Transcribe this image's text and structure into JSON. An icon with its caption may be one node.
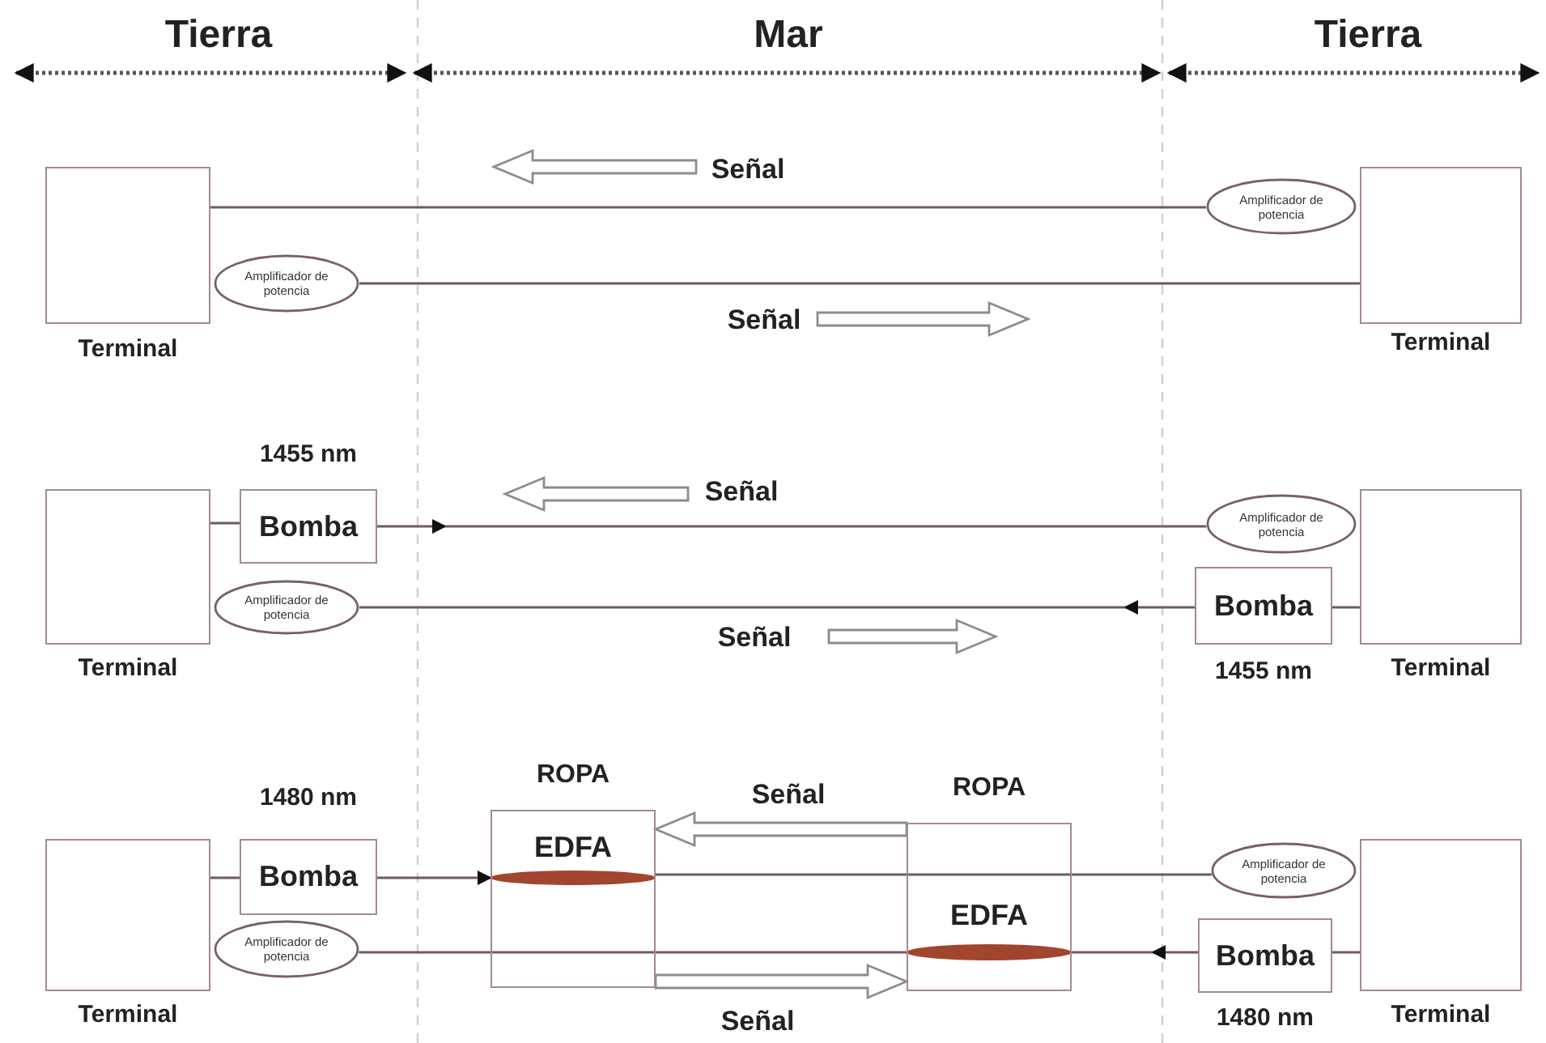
{
  "diagram": {
    "nodes": [
      {
        "text": [
          "Terminal"
        ]
      },
      {
        "text": [
          "Terminal"
        ]
      },
      {
        "text": [
          "Amplificador de potencia"
        ]
      },
      {
        "text": [
          "Amplificador de potencia"
        ]
      },
      {
        "text": [
          "Terminal"
        ]
      },
      {
        "text": [
          "Bomba"
        ],
        "beside": [
          "1455 nm"
        ]
      },
      {
        "text": [
          "Amplificador de potencia"
        ]
      },
      {
        "text": [
          "Terminal"
        ]
      },
      {
        "text": [
          "Amplificador de potencia"
        ]
      },
      {
        "text": [
          "Bomba"
        ],
        "beside": [
          "1455 nm"
        ]
      },
      {
        "text": [
          "Terminal"
        ]
      },
      {
        "text": [
          "Bomba"
        ],
        "beside": [
          "1480 nm"
        ]
      },
      {
        "text": [
          "ROPA",
          "EDFA"
        ]
      },
      {
        "text": [
          "ROPA",
          "EDFA"
        ]
      },
      {
        "text": [
          "Amplificador de potencia"
        ]
      },
      {
        "text": [
          "Terminal"
        ]
      },
      {
        "text": [
          "Amplificador de potencia"
        ]
      },
      {
        "text": [
          "Bomba"
        ],
        "beside": [
          "1480 nm"
        ]
      }
    ],
    "edges": [
      {
        "from": 2,
        "to": 0,
        "arrow": "none"
      },
      {
        "from": 3,
        "to": 1,
        "arrow": "none"
      },
      {
        "from": 4,
        "to": 5,
        "arrow": "none"
      },
      {
        "from": 5,
        "to": null,
        "arrow": "to"
      },
      {
        "from": null,
        "to": 6,
        "arrow": "none"
      },
      {
        "from": 9,
        "to": null,
        "arrow": "to"
      },
      {
        "from": null,
        "to": 8,
        "arrow": "none"
      },
      {
        "from": 9,
        "to": 7,
        "arrow": "none"
      },
      {
        "from": 10,
        "to": 11,
        "arrow": "none"
      },
      {
        "from": 11,
        "to": 12,
        "arrow": "to"
      },
      {
        "from": 12,
        "to": 13,
        "arrow": "none"
      },
      {
        "from": 13,
        "to": 14,
        "arrow": "none"
      },
      {
        "from": 16,
        "to": 12,
        "arrow": "none"
      },
      {
        "from": 12,
        "to": 13,
        "arrow": "none"
      },
      {
        "from": 17,
        "to": null,
        "arrow": "to"
      },
      {
        "from": null,
        "to": 13,
        "arrow": "none"
      },
      {
        "from": 17,
        "to": 15,
        "arrow": "none"
      },
      {
        "from": 13,
        "to": 12,
        "arrow": "to"
      },
      {
        "from": 12,
        "to": 13,
        "arrow": "to"
      }
    ],
    "labels": [
      "Tierra",
      "Mar",
      "Tierra",
      "Señal",
      "Señal",
      "Señal",
      "Señal",
      "Señal",
      "Señal"
    ]
  }
}
